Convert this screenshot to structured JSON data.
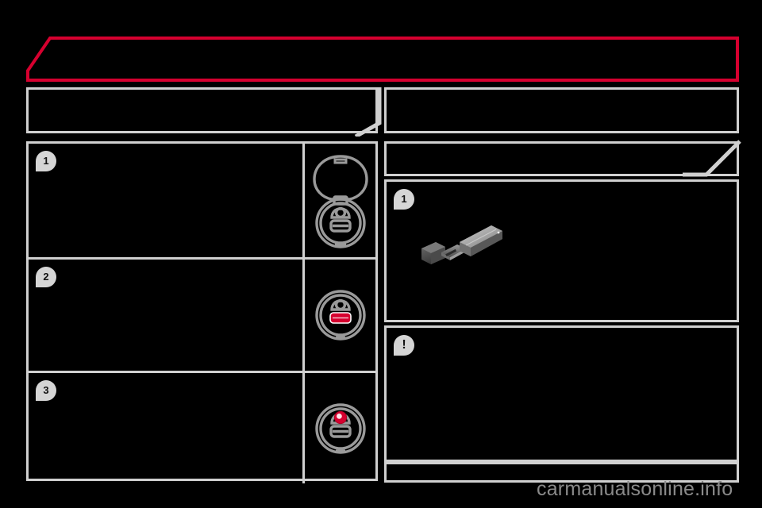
{
  "page": {
    "background_color": "#000000",
    "accent_color": "#d6002f",
    "panel_border_color": "#d0d0d0",
    "badge_color": "#d5d5d5"
  },
  "banner": {
    "name": "red-title-banner",
    "title": ""
  },
  "header": {
    "left_box_title": "",
    "right_box_title": ""
  },
  "left_table": {
    "rows": [
      {
        "badge": "1",
        "text": "",
        "icon_name": "power-socket-open-cover-icon",
        "icon_accent": "#999999"
      },
      {
        "badge": "2",
        "text": "",
        "icon_name": "power-socket-red-bar-icon",
        "icon_accent": "#d6002f"
      },
      {
        "badge": "3",
        "text": "",
        "icon_name": "power-socket-red-light-icon",
        "icon_accent": "#d6002f"
      }
    ]
  },
  "right_column": {
    "section_header": "",
    "item": {
      "badge": "1",
      "text": "",
      "illustration_name": "usb-flash-drive-photo"
    },
    "warning": {
      "badge": "!",
      "text": ""
    },
    "footer_note": ""
  },
  "watermark": {
    "text": "carmanualsonline.info"
  }
}
